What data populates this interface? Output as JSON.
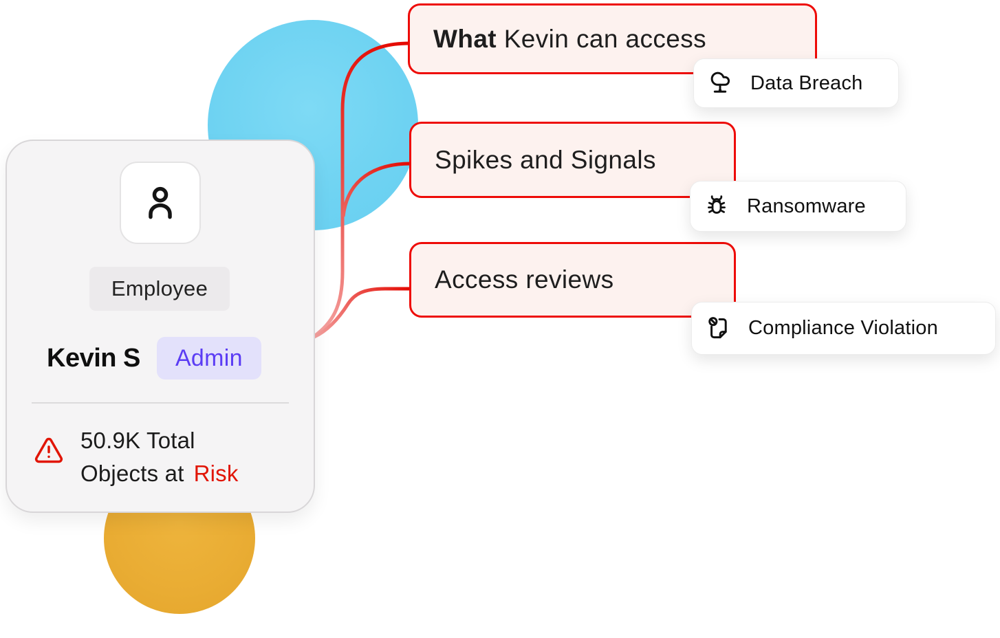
{
  "card": {
    "role_label": "Employee",
    "name": "Kevin S",
    "admin_badge": "Admin",
    "risk_stat": {
      "line1": "50.9K Total",
      "line2_prefix": "Objects at",
      "highlight": "Risk"
    }
  },
  "access_nodes": {
    "what_access": {
      "strong": "What",
      "rest": "Kevin can access"
    },
    "spikes": {
      "label": "Spikes and Signals"
    },
    "reviews": {
      "label": "Access reviews"
    }
  },
  "threat_chips": {
    "data_breach": {
      "label": "Data Breach",
      "icon": "cloud-network-icon"
    },
    "ransomware": {
      "label": "Ransomware",
      "icon": "bug-icon"
    },
    "compliance": {
      "label": "Compliance Violation",
      "icon": "document-ban-icon"
    }
  },
  "colors": {
    "node_border_red": "#ee0b07",
    "node_fill_pink": "#fdf2ef",
    "connector_red": "#e40a02",
    "connector_pink": "#f4a3a1",
    "risk_red": "#e11505",
    "admin_badge_bg": "#e3e1fb",
    "admin_badge_text": "#5b3cf4",
    "blue_circle": "#6fd3f2",
    "yellow_circle": "#e9ac33",
    "card_bg": "#f5f4f5"
  }
}
